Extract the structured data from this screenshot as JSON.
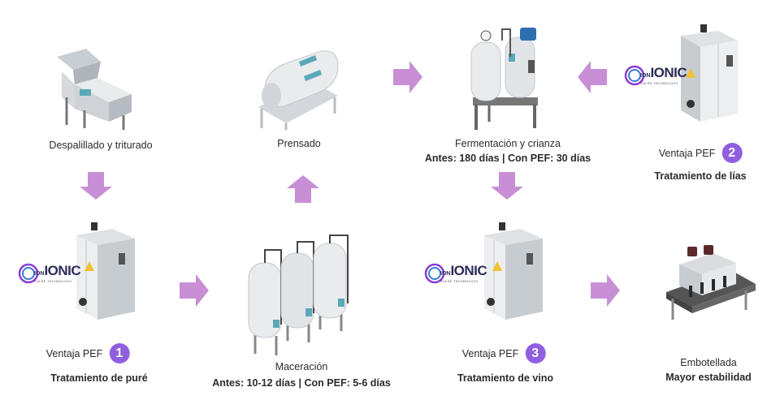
{
  "steps": {
    "destemming": {
      "label": "Despalillado y triturado"
    },
    "pressing": {
      "label": "Prensado"
    },
    "fermentation": {
      "label": "Fermentación y crianza",
      "detail": "Antes: 180 días | Con PEF: 30 días"
    },
    "maceration": {
      "label": "Maceración",
      "detail": "Antes: 10-12 días | Con PEF: 5-6 días"
    },
    "bottling": {
      "label": "Embotellada",
      "detail": "Mayor estabilidad"
    }
  },
  "advantages": [
    {
      "prefix": "Ventaja PEF",
      "number": "1",
      "title": "Tratamiento de puré"
    },
    {
      "prefix": "Ventaja PEF",
      "number": "2",
      "title": "Tratamiento de lías"
    },
    {
      "prefix": "Ventaja PEF",
      "number": "3",
      "title": "Tratamiento de vino"
    }
  ],
  "logo": {
    "prefix": "ION",
    "name": "IONIC",
    "tagline": "PULSE TECHNOLOGY"
  },
  "colors": {
    "arrow": "#c98fd6",
    "badge": "#8f5fe0",
    "equipment": "#e4e7ea",
    "screen": "#5aa8b8",
    "warning": "#f2c230",
    "logo_ring": "#8a3bd6"
  }
}
